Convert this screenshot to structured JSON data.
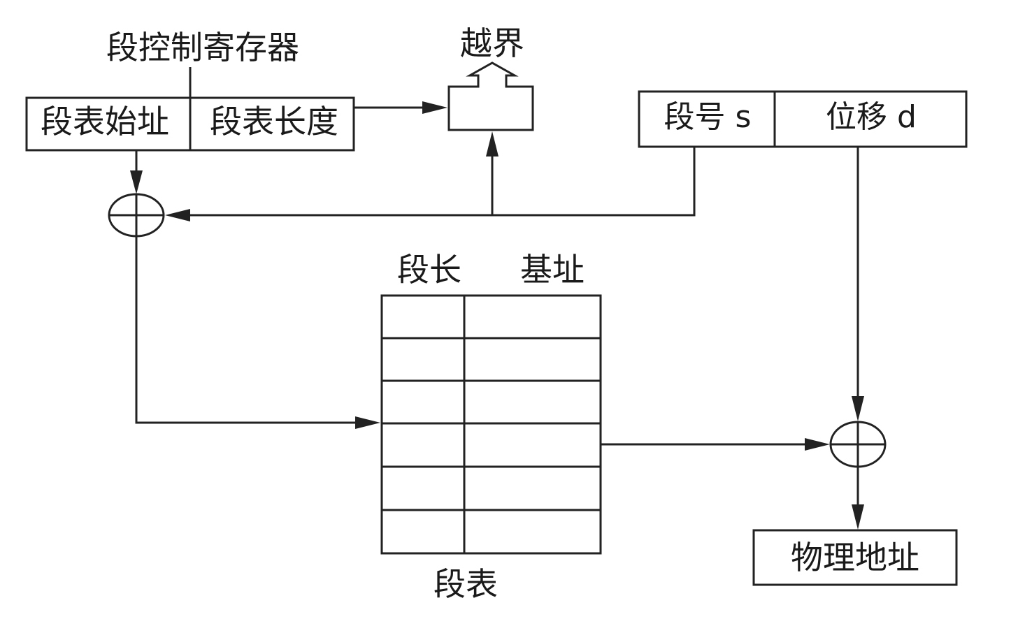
{
  "segment_control_register": {
    "title": "段控制寄存器",
    "field_start": "段表始址",
    "field_length": "段表长度"
  },
  "out_of_bounds": "越界",
  "logical_address": {
    "segment_no": "段号 s",
    "offset": "位移 d"
  },
  "segment_table": {
    "col_length": "段长",
    "col_base": "基址",
    "caption": "段表"
  },
  "physical_address": "物理地址",
  "colors": {
    "stroke": "#222222",
    "text": "#1a1a1a",
    "background": "#ffffff"
  }
}
